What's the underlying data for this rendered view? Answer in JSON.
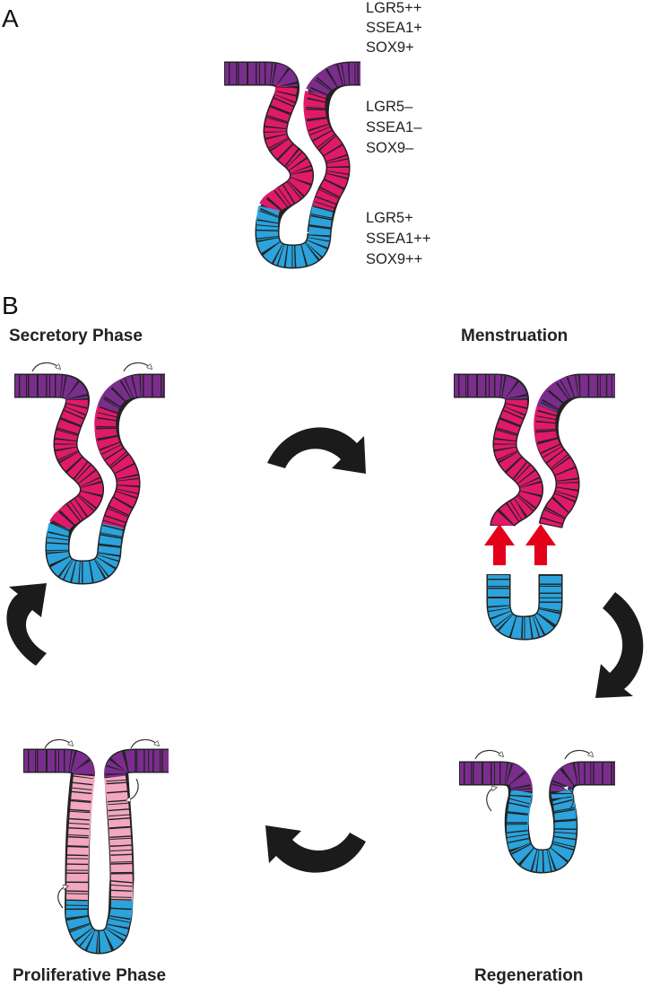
{
  "panels": {
    "a": "A",
    "b": "B"
  },
  "markers": {
    "surface": [
      "LGR5++",
      "SSEA1+",
      "SOX9+"
    ],
    "middle": [
      "LGR5–",
      "SSEA1–",
      "SOX9–"
    ],
    "base": [
      "LGR5+",
      "SSEA1++",
      "SOX9++"
    ]
  },
  "phases": {
    "secretory": "Secretory Phase",
    "menstruation": "Menstruation",
    "proliferative": "Proliferative Phase",
    "regeneration": "Regeneration"
  },
  "colors": {
    "surface": "#7b2d8e",
    "functionalis": "#e0196a",
    "proliferative": "#f2a7bf",
    "basalis": "#2ba3dc",
    "cycle_arrow": "#1b1b1b",
    "shedding_arrow": "#e3001b"
  }
}
